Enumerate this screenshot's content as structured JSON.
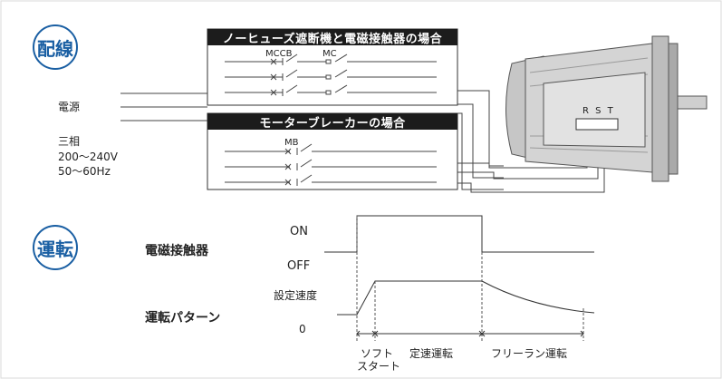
{
  "sections": {
    "wiring_badge": "配線",
    "operation_badge": "運転"
  },
  "wiring": {
    "mccb_header": "ノーヒューズ遮断機と電磁接触器の場合",
    "mb_header": "モーターブレーカーの場合",
    "mccb_label": "MCCB",
    "mc_label": "MC",
    "mb_label": "MB",
    "power_label": "電源",
    "phase_label": "三相",
    "voltage_label": "200〜240V",
    "frequency_label": "50〜60Hz",
    "terminals_label": "R S T"
  },
  "timing": {
    "contactor_label": "電磁接触器",
    "pattern_label": "運転パターン",
    "on_label": "ON",
    "off_label": "OFF",
    "set_speed_label": "設定速度",
    "zero_label": "0",
    "soft_start_line1": "ソフト",
    "soft_start_line2": "スタート",
    "constant_speed_label": "定速運転",
    "free_run_label": "フリーラン運転"
  },
  "colors": {
    "badge_border": "#1a5fa3",
    "header_bg": "#1c1c1c",
    "motor_fill": "#d4d4d4",
    "motor_dark": "#b0b0b0"
  },
  "icons": {
    "motor": "motor-illustration",
    "breaker_contact": "breaker-x-symbol",
    "contactor_contact": "contactor-square-symbol"
  }
}
